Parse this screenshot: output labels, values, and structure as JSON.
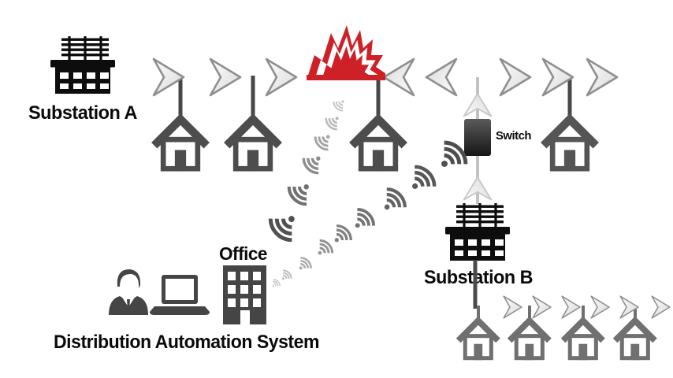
{
  "diagram": {
    "title": "Distribution automation fault isolation diagram",
    "labels": {
      "substation_a": "Substation A",
      "substation_b": "Substation B",
      "switch": "Switch",
      "office": "Office",
      "das": "Distribution Automation System"
    },
    "colors": {
      "fault_red": "#ce2127",
      "white": "#ffffff",
      "substation_black": "#0d0d0d",
      "house_dark": "#4d4d4d",
      "house_light": "#707070",
      "line_gray": "#6e6e6e",
      "drop_dark": "#474747",
      "drop_light": "#c2c2c2",
      "arrow_outline": "#8f8f8f",
      "arrow_outline_light": "#c9c9c9",
      "switch_box_dark": "#1c1c1c",
      "office_icon_gray": "#454545",
      "wifi_dark": "#4f4f4f",
      "wifi_light": "#cacaca",
      "label_black": "#0a0a0a"
    },
    "icons": [
      "substation-icon",
      "house-icon",
      "power-flow-arrow-icon",
      "fault-explosion-icon",
      "switch-icon",
      "wifi-signal-icon",
      "office-building-icon",
      "laptop-icon",
      "operator-person-icon"
    ]
  }
}
